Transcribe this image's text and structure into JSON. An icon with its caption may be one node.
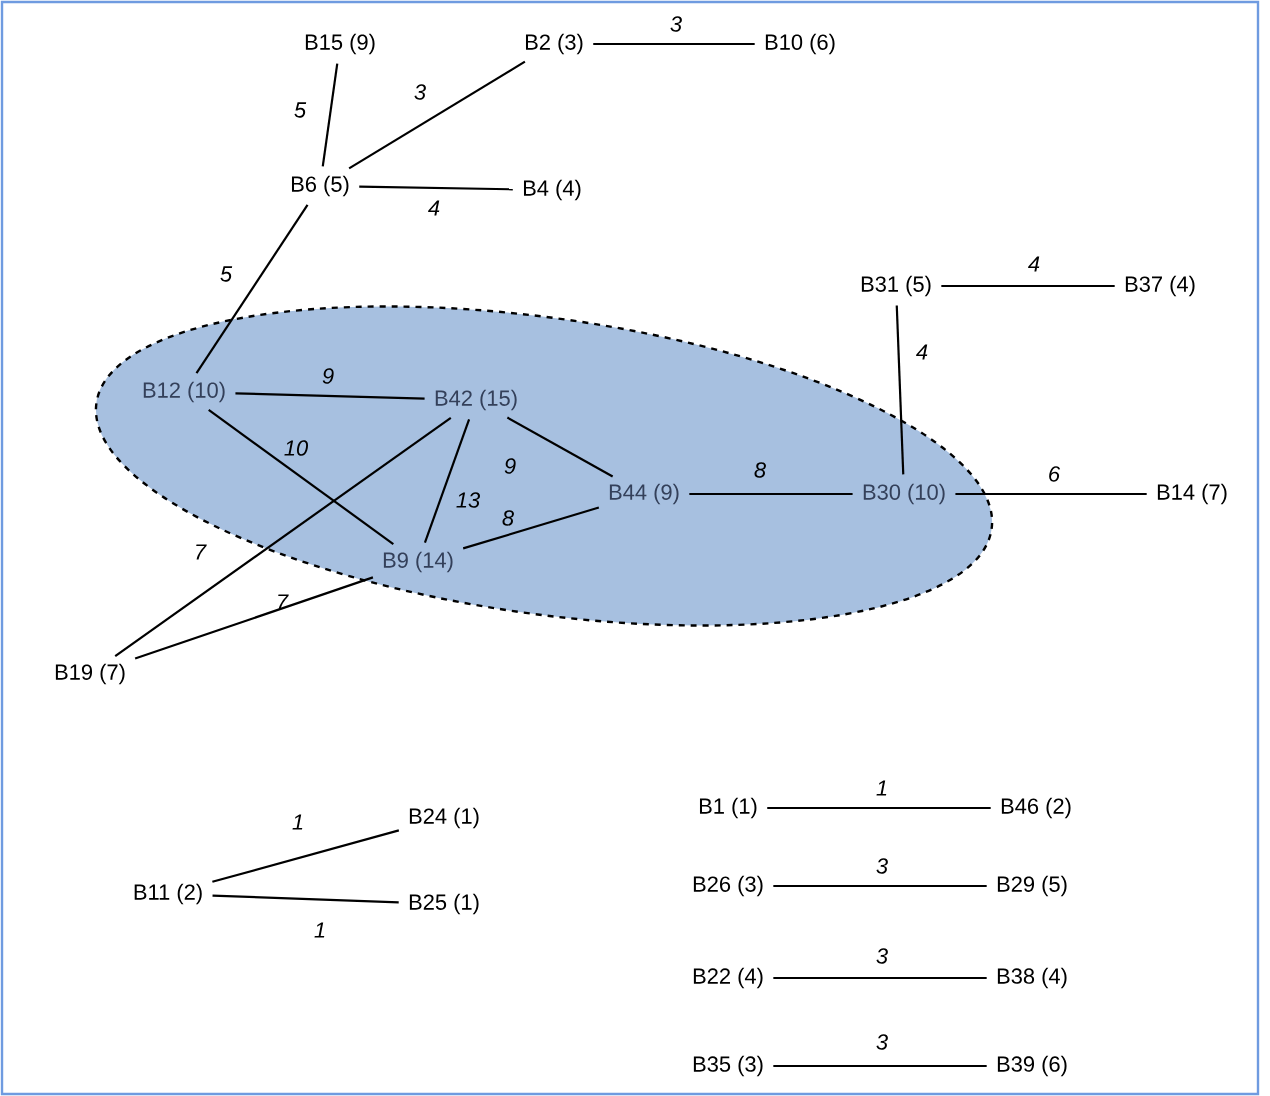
{
  "diagram": {
    "nodes": [
      {
        "text": [
          "B15 (9)"
        ]
      },
      {
        "text": [
          "B2 (3)"
        ]
      },
      {
        "text": [
          "B10 (6)"
        ]
      },
      {
        "text": [
          "B6 (5)"
        ]
      },
      {
        "text": [
          "B4 (4)"
        ]
      },
      {
        "text": [
          "B31 (5)"
        ]
      },
      {
        "text": [
          "B37 (4)"
        ]
      },
      {
        "text": [],
        "shape": "ellipse"
      },
      {
        "text": [
          "B12 (10)"
        ],
        "in": 7
      },
      {
        "text": [
          "B42 (15)"
        ],
        "in": 7
      },
      {
        "text": [
          "B44 (9)"
        ],
        "in": 7
      },
      {
        "text": [
          "B30 (10)"
        ],
        "in": 7
      },
      {
        "text": [
          "B14 (7)"
        ]
      },
      {
        "text": [
          "B9 (14)"
        ],
        "in": 7
      },
      {
        "text": [
          "B19 (7)"
        ]
      },
      {
        "text": [
          "B24 (1)"
        ]
      },
      {
        "text": [
          "B11 (2)"
        ]
      },
      {
        "text": [
          "B25 (1)"
        ]
      },
      {
        "text": [
          "B1 (1)"
        ]
      },
      {
        "text": [
          "B46 (2)"
        ]
      },
      {
        "text": [
          "B26 (3)"
        ]
      },
      {
        "text": [
          "B29 (5)"
        ]
      },
      {
        "text": [
          "B22 (4)"
        ]
      },
      {
        "text": [
          "B38 (4)"
        ]
      },
      {
        "text": [
          "B35 (3)"
        ]
      },
      {
        "text": [
          "B39 (6)"
        ]
      }
    ],
    "edges": [
      {
        "from": 0,
        "to": 3,
        "arrow": "none",
        "label": "5"
      },
      {
        "from": 1,
        "to": 3,
        "arrow": "none",
        "label": "3"
      },
      {
        "from": 1,
        "to": 2,
        "arrow": "none",
        "label": "3"
      },
      {
        "from": 3,
        "to": 4,
        "arrow": "none",
        "label": "4"
      },
      {
        "from": 3,
        "to": 8,
        "arrow": "none",
        "label": "5"
      },
      {
        "from": 5,
        "to": 6,
        "arrow": "none",
        "label": "4"
      },
      {
        "from": 5,
        "to": 11,
        "arrow": "none",
        "label": "4"
      },
      {
        "from": 8,
        "to": 9,
        "arrow": "none",
        "label": "9"
      },
      {
        "from": 8,
        "to": 13,
        "arrow": "none",
        "label": "10"
      },
      {
        "from": 9,
        "to": 13,
        "arrow": "none",
        "label": "13"
      },
      {
        "from": 9,
        "to": 10,
        "arrow": "none",
        "label": "9"
      },
      {
        "from": 9,
        "to": 14,
        "arrow": "none",
        "label": "7"
      },
      {
        "from": 13,
        "to": 10,
        "arrow": "none",
        "label": "8"
      },
      {
        "from": 13,
        "to": 14,
        "arrow": "none",
        "label": "7"
      },
      {
        "from": 10,
        "to": 11,
        "arrow": "none",
        "label": "8"
      },
      {
        "from": 11,
        "to": 12,
        "arrow": "none",
        "label": "6"
      },
      {
        "from": 16,
        "to": 15,
        "arrow": "none",
        "label": "1"
      },
      {
        "from": 16,
        "to": 17,
        "arrow": "none",
        "label": "1"
      },
      {
        "from": 18,
        "to": 19,
        "arrow": "none",
        "label": "1"
      },
      {
        "from": 20,
        "to": 21,
        "arrow": "none",
        "label": "3"
      },
      {
        "from": 22,
        "to": 23,
        "arrow": "none",
        "label": "3"
      },
      {
        "from": 24,
        "to": 25,
        "arrow": "none",
        "label": "3"
      }
    ]
  }
}
